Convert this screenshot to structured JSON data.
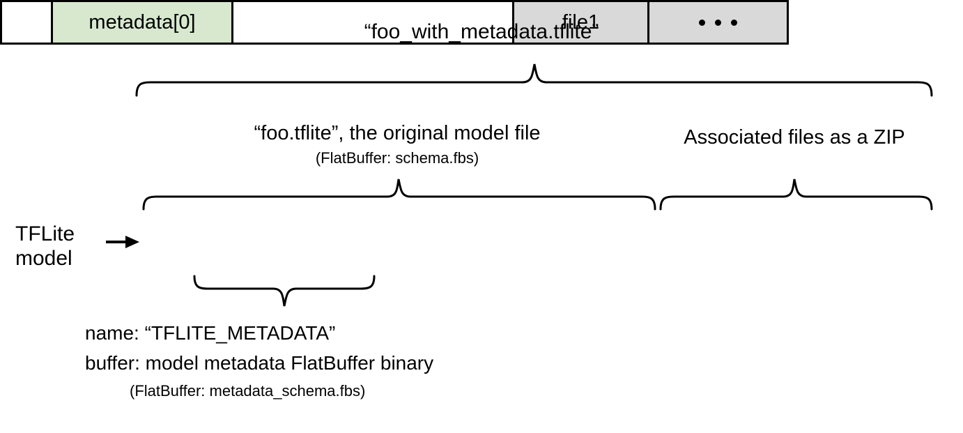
{
  "diagram": {
    "title_top": "“foo_with_metadata.tflite”",
    "caption_original": "“foo.tflite”, the original model file",
    "caption_original_sub": "(FlatBuffer: schema.fbs)",
    "caption_zip": "Associated files as a ZIP",
    "label_model": "TFLite\nmodel",
    "note_name": "name: “TFLITE_METADATA”",
    "note_buffer": "buffer: model metadata FlatBuffer binary",
    "note_sub": "(FlatBuffer: metadata_schema.fbs)"
  },
  "bar": {
    "cells": [
      {
        "label": "",
        "kind": "blank"
      },
      {
        "label": "metadata[0]",
        "kind": "metadata"
      },
      {
        "label": "",
        "kind": "blank"
      },
      {
        "label": "file1",
        "kind": "zip-file"
      },
      {
        "label": "...",
        "kind": "zip-more"
      }
    ]
  },
  "colors": {
    "metadata_fill": "#d7e8cf",
    "zip_fill": "#d9d9d9",
    "stroke": "#000000",
    "background": "#ffffff"
  }
}
